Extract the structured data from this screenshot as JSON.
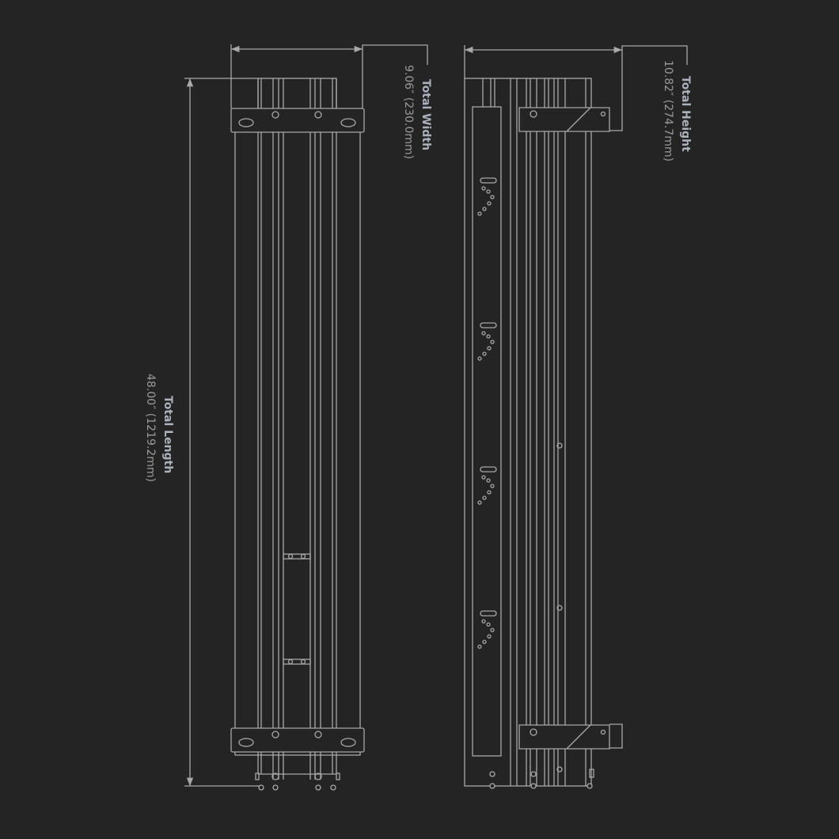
{
  "dimensions": {
    "width": {
      "title": "Total Width",
      "value": "9.06″ (230.0mm)"
    },
    "height": {
      "title": "Total Height",
      "value": "10.82″ (274.7mm)"
    },
    "length": {
      "title": "Total Length",
      "value": "48.00″ (1219.2mm)"
    }
  },
  "colors": {
    "background": "#242424",
    "line": "#a8a8a8",
    "title": "#aab2be",
    "value": "#9a9a9a"
  }
}
